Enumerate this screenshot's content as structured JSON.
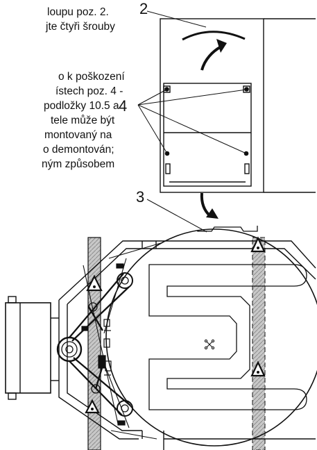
{
  "text_lines": [
    "loupu poz. 2.",
    "jte čtyři šrouby",
    "o k poškození",
    "ístech poz. 4 -",
    "podložky 10.5 a",
    "tele může být",
    "montovaný na",
    "o demontován;",
    "ným způsobem"
  ],
  "callouts": {
    "part_2": "2",
    "part_3": "3",
    "part_4": "4"
  },
  "colors": {
    "ink": "#111111",
    "hatch": "#9a9a9a",
    "paper": "#ffffff"
  }
}
